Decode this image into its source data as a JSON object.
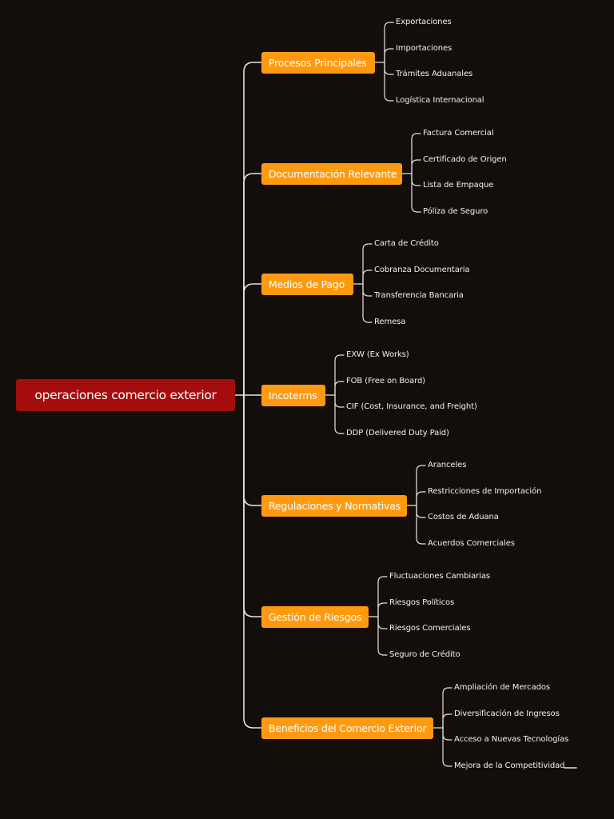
{
  "root": {
    "label": "operaciones comercio exterior"
  },
  "branches": [
    {
      "label": "Procesos Principales",
      "children": [
        "Exportaciones",
        "Importaciones",
        "Trámites Aduanales",
        "Logística Internacional"
      ]
    },
    {
      "label": "Documentación Relevante",
      "children": [
        "Factura Comercial",
        "Certificado de Origen",
        "Lista de Empaque",
        "Póliza de Seguro"
      ]
    },
    {
      "label": "Medios de Pago",
      "children": [
        "Carta de Crédito",
        "Cobranza Documentaria",
        "Transferencia Bancaria",
        "Remesa"
      ]
    },
    {
      "label": "Incoterms",
      "children": [
        "EXW (Ex Works)",
        "FOB (Free on Board)",
        "CIF (Cost, Insurance, and Freight)",
        "DDP (Delivered Duty Paid)"
      ]
    },
    {
      "label": "Regulaciones y Normativas",
      "children": [
        "Aranceles",
        "Restricciones de Importación",
        "Costos de Aduana",
        "Acuerdos Comerciales"
      ]
    },
    {
      "label": "Gestión de Riesgos",
      "children": [
        "Fluctuaciones Cambiarias",
        "Riesgos Políticos",
        "Riesgos Comerciales",
        "Seguro de Crédito"
      ]
    },
    {
      "label": "Beneficios del Comercio Exterior",
      "children": [
        "Ampliación de Mercados",
        "Diversificación de Ingresos",
        "Acceso a Nuevas Tecnologías",
        "Mejora de la Competitividad"
      ]
    }
  ],
  "colors": {
    "background": "#140e0a",
    "root": "#a30d0d",
    "branch": "#ff9a10",
    "line": "#e8e4dc",
    "text": "#f4f1ec"
  }
}
